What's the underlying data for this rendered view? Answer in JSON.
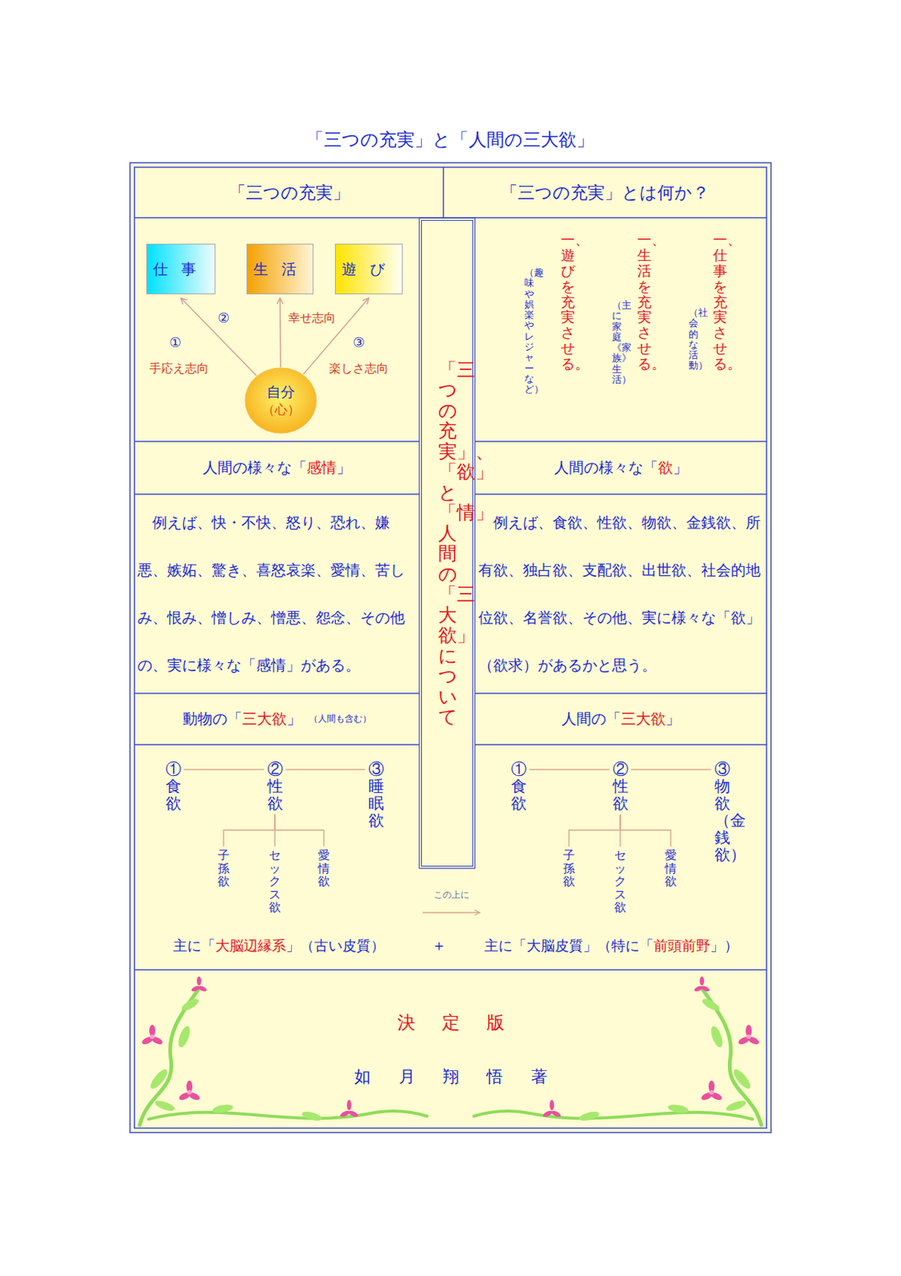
{
  "diagram": {
    "title": "「三つの充実」と「人間の三大欲」",
    "nodes": [
      {
        "text": [
          "「三つの充実」"
        ]
      },
      {
        "text": [
          "「三つの充実」とは何か？"
        ]
      },
      {
        "text": [
          "「三つの充実」、「欲」と「情」、人間の「三大欲」について"
        ]
      },
      {
        "text": [
          "仕事"
        ]
      },
      {
        "text": [
          "生活"
        ]
      },
      {
        "text": [
          "遊び"
        ]
      },
      {
        "text": [
          "自分",
          "（心）"
        ]
      },
      {
        "text": [
          "一、仕事を充実させる。",
          "（社会的な活動）",
          "一、生活を充実させる。",
          "（主に家庭《家族》生活）",
          "一、遊びを充実させる。",
          "（趣味や娯楽やレジャーなど）"
        ]
      },
      {
        "text": [
          "人間の様々な「感情」"
        ]
      },
      {
        "text": [
          "人間の様々な「欲」"
        ]
      },
      {
        "text": [
          "例えば、快・不快、怒り、恐れ、嫌悪、嫉妬、驚き、喜怒哀楽、愛情、苦しみ、恨み、憎しみ、憎悪、怨念、その他の、実に様々な「感情」がある。"
        ]
      },
      {
        "text": [
          "例えば、食欲、性欲、物欲、金銭欲、所有欲、独占欲、支配欲、出世欲、社会的地位欲、名誉欲、その他、実に様々な「欲」（欲求）があるかと思う。"
        ]
      },
      {
        "text": [
          "動物の「三大欲」",
          "（人間も含む）"
        ]
      },
      {
        "text": [
          "人間の「三大欲」"
        ]
      },
      {
        "text": [
          "①食欲"
        ]
      },
      {
        "text": [
          "②性欲"
        ]
      },
      {
        "text": [
          "③睡眠欲"
        ]
      },
      {
        "text": [
          "子孫欲"
        ]
      },
      {
        "text": [
          "セックス欲"
        ]
      },
      {
        "text": [
          "愛情欲"
        ]
      },
      {
        "text": [
          "①食欲"
        ]
      },
      {
        "text": [
          "②性欲"
        ]
      },
      {
        "text": [
          "③物欲（金銭欲）"
        ]
      },
      {
        "text": [
          "子孫欲"
        ]
      },
      {
        "text": [
          "セックス欲"
        ]
      },
      {
        "text": [
          "愛情欲"
        ]
      }
    ],
    "edges": [
      {
        "from": 6,
        "to": 3,
        "arrow": "to",
        "label": "手応え志向"
      },
      {
        "from": 6,
        "to": 4,
        "arrow": "to",
        "label": "幸せ志向"
      },
      {
        "from": 6,
        "to": 5,
        "arrow": "to",
        "label": "楽しさ志向"
      },
      {
        "from": 14,
        "to": 15,
        "arrow": "none"
      },
      {
        "from": 15,
        "to": 16,
        "arrow": "none"
      },
      {
        "from": 15,
        "to": 17,
        "arrow": "none"
      },
      {
        "from": 15,
        "to": 18,
        "arrow": "none"
      },
      {
        "from": 15,
        "to": 19,
        "arrow": "none"
      },
      {
        "from": 20,
        "to": 21,
        "arrow": "none"
      },
      {
        "from": 21,
        "to": 22,
        "arrow": "none"
      },
      {
        "from": 21,
        "to": 23,
        "arrow": "none"
      },
      {
        "from": 21,
        "to": 24,
        "arrow": "none"
      },
      {
        "from": 21,
        "to": 25,
        "arrow": "none"
      }
    ],
    "labels": [
      "①",
      "②",
      "③",
      "この上に",
      "主に「大脳辺縁系」（古い皮質）",
      "＋",
      "主に「大脳皮質」（特に「前頭前野」）",
      "決定版",
      "如月翔悟著"
    ]
  }
}
